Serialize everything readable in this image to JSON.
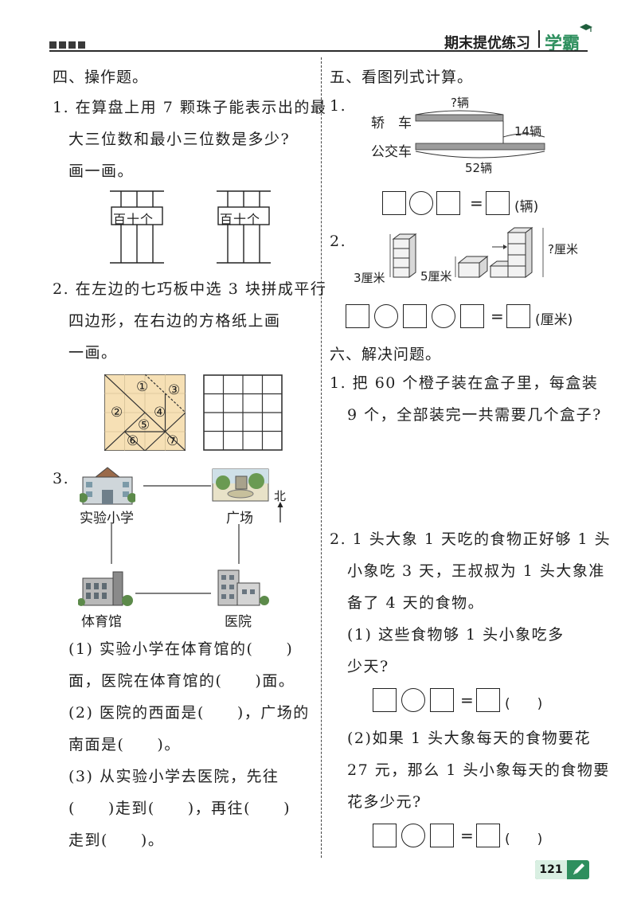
{
  "header": {
    "title": "期末提优练习",
    "brand": "学霸"
  },
  "left": {
    "section4_title": "四、操作题。",
    "q1_line1": "1. 在算盘上用 7 颗珠子能表示出的最",
    "q1_line2": "大三位数和最小三位数是多少?",
    "q1_line3": "画一画。",
    "abacus_label": "百十个",
    "q2_line1": "2. 在左边的七巧板中选 3 块拼成平行",
    "q2_line2": "四边形，在右边的方格纸上画",
    "q2_line3": "一画。",
    "tangram_numbers": [
      "①",
      "②",
      "③",
      "④",
      "⑤",
      "⑥",
      "⑦"
    ],
    "q3_number": "3.",
    "map_places": {
      "school": "实验小学",
      "square": "广场",
      "gym": "体育馆",
      "hospital": "医院"
    },
    "north_label": "北",
    "q3_p1_line1": "(1) 实验小学在体育馆的(　　)",
    "q3_p1_line2": "面，医院在体育馆的(　　)面。",
    "q3_p2_line1": "(2) 医院的西面是(　　)，广场的",
    "q3_p2_line2": "南面是(　　)。",
    "q3_p3_line1": "(3) 从实验小学去医院，先往",
    "q3_p3_line2": "(　　)走到(　　)，再往(　　)",
    "q3_p3_line3": "走到(　　)。"
  },
  "right": {
    "section5_title": "五、看图列式计算。",
    "c1_number": "1.",
    "car_label": "轿　车",
    "bus_label": "公交车",
    "unknown_label": "?辆",
    "diff_label": "14辆",
    "total_label": "52辆",
    "c1_unit": "(辆)",
    "c2_number": "2.",
    "height_left": "3厘米",
    "height_mid": "5厘米",
    "height_unknown": "?厘米",
    "c2_unit": "(厘米)",
    "section6_title": "六、解决问题。",
    "p1_line1": "1. 把 60 个橙子装在盒子里，每盒装",
    "p1_line2": "9 个，全部装完一共需要几个盒子?",
    "p2_line1": "2. 1 头大象 1 天吃的食物正好够 1 头",
    "p2_line2": "小象吃 3 天，王叔叔为 1 头大象准",
    "p2_line3": "备了 4 天的食物。",
    "p2_q1_line1": "(1) 这些食物够 1 头小象吃多",
    "p2_q1_line2": "少天?",
    "p2_q2_line1": "(2)如果 1 头大象每天的食物要花",
    "p2_q2_line2": "27 元，那么 1 头小象每天的食物要",
    "p2_q2_line3": "花多少元?",
    "answer_paren": "(　　)",
    "equals": "="
  },
  "footer": {
    "page_number": "121"
  },
  "colors": {
    "brand_green": "#2e8f5e",
    "tangram_fill": "#f6e0b5",
    "bar_gray": "#9c9c9c"
  }
}
